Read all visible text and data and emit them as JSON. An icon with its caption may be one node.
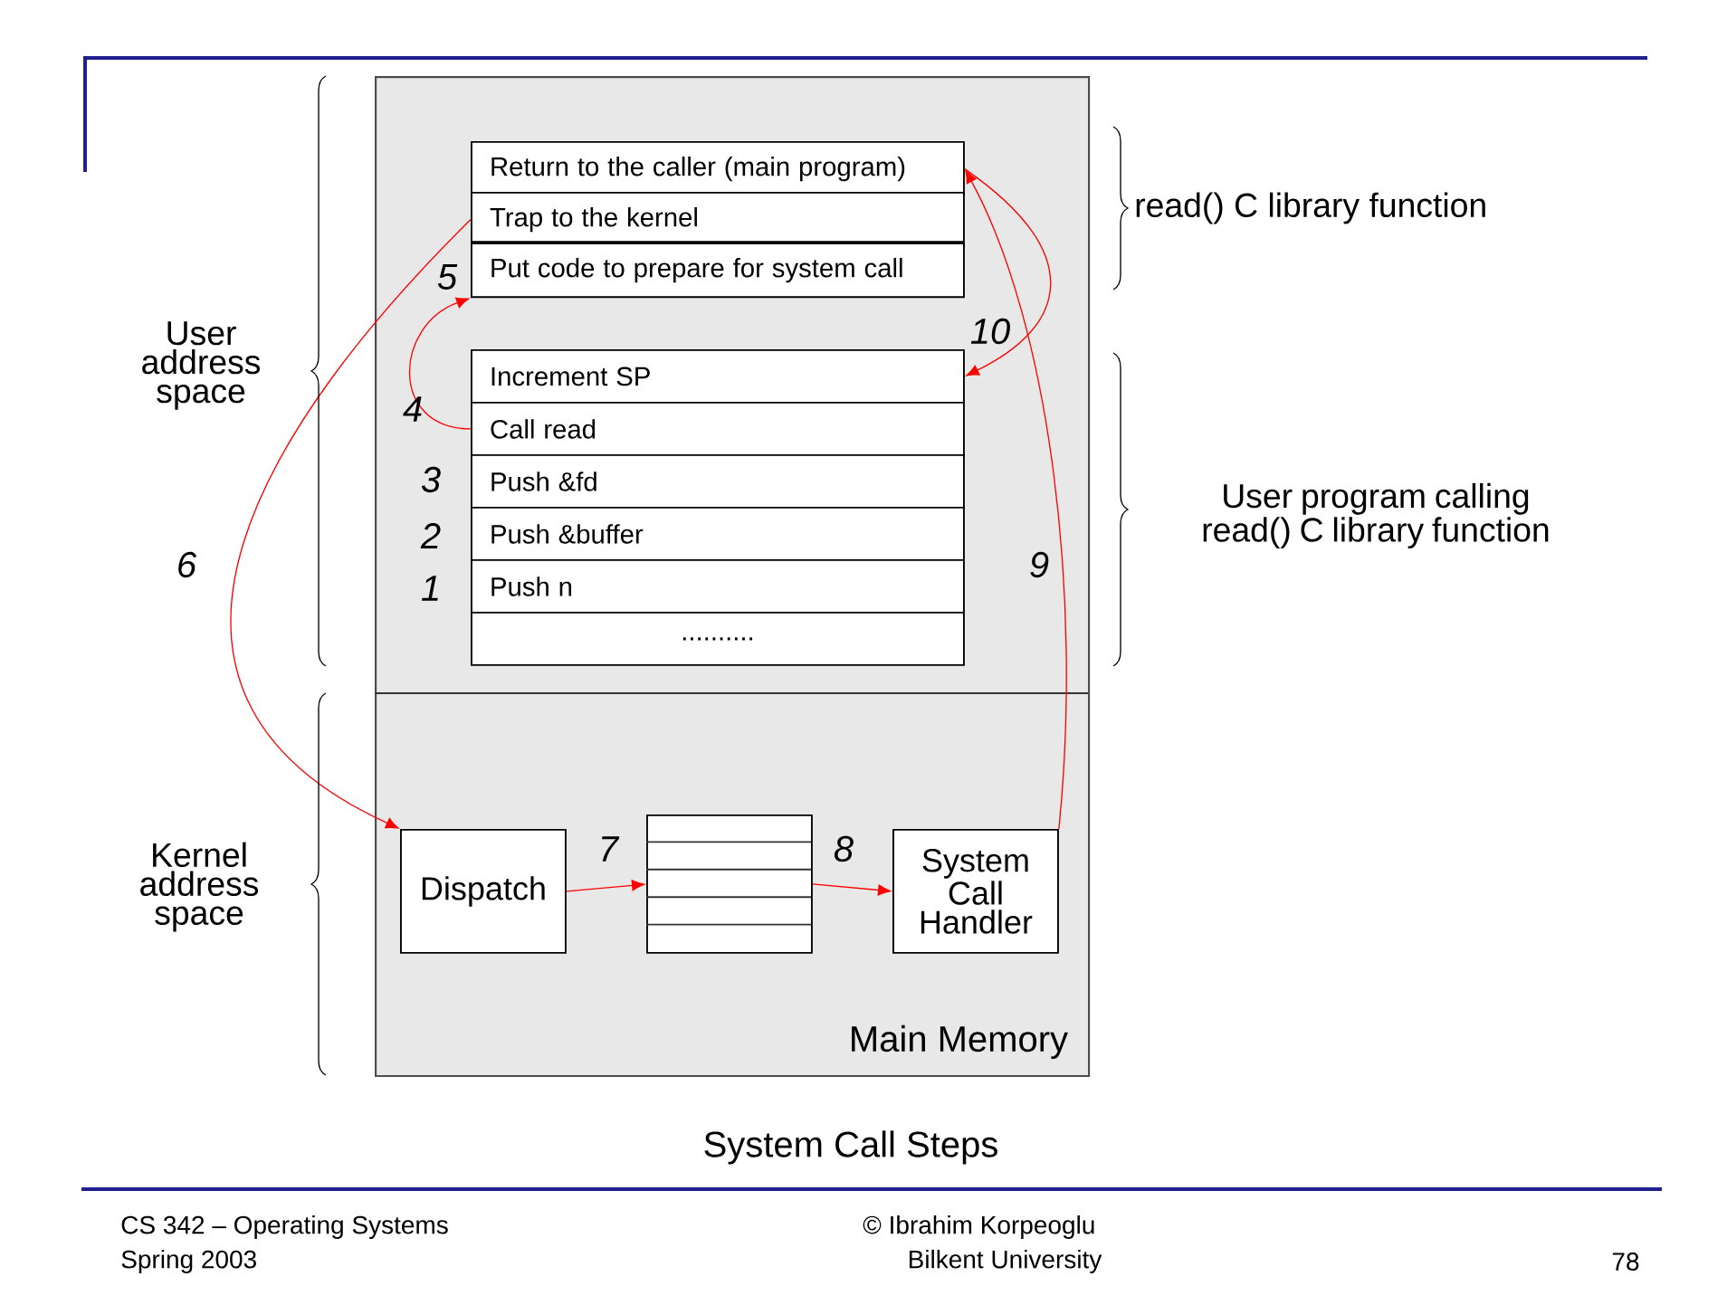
{
  "diagram": {
    "title": "System Call Steps",
    "nodes": [
      {
        "text": [
          "Main Memory"
        ]
      },
      {
        "text": [
          "Return to the caller (main program)"
        ],
        "in": 0
      },
      {
        "text": [
          "Trap to the kernel"
        ],
        "in": 0
      },
      {
        "text": [
          "Put code to prepare for  system call"
        ],
        "in": 0,
        "beside": [
          "5"
        ]
      },
      {
        "text": [
          "Increment SP"
        ],
        "in": 0
      },
      {
        "text": [
          "Call read"
        ],
        "in": 0
      },
      {
        "text": [
          "Push &fd"
        ],
        "in": 0,
        "beside": [
          "3"
        ]
      },
      {
        "text": [
          "Push &buffer"
        ],
        "in": 0,
        "beside": [
          "2"
        ]
      },
      {
        "text": [
          "Push n"
        ],
        "in": 0,
        "beside": [
          "1"
        ]
      },
      {
        "text": [
          ".........."
        ],
        "in": 0
      },
      {
        "text": [
          "Dispatch"
        ],
        "in": 0
      },
      {
        "text": [],
        "shape": "box",
        "in": 0
      },
      {
        "text": [
          "System Call Handler"
        ],
        "in": 0
      }
    ],
    "edges": [
      {
        "from": 5,
        "to": 3,
        "arrow": "to",
        "label": "4"
      },
      {
        "from": 2,
        "to": 10,
        "arrow": "to",
        "label": "6"
      },
      {
        "from": 10,
        "to": 11,
        "arrow": "to",
        "label": "7"
      },
      {
        "from": 11,
        "to": 12,
        "arrow": "to",
        "label": "8"
      },
      {
        "from": 12,
        "to": 1,
        "arrow": "to",
        "label": "9"
      },
      {
        "from": 1,
        "to": 4,
        "arrow": "to",
        "label": "10"
      }
    ],
    "labels": [
      "read()  C library function",
      "User address space",
      "User program calling read() C library function",
      "Kernel address space",
      "CS 342 – Operating Systems",
      "Spring 2003",
      "© Ibrahim Korpeoglu",
      "Bilkent University",
      "78"
    ]
  }
}
